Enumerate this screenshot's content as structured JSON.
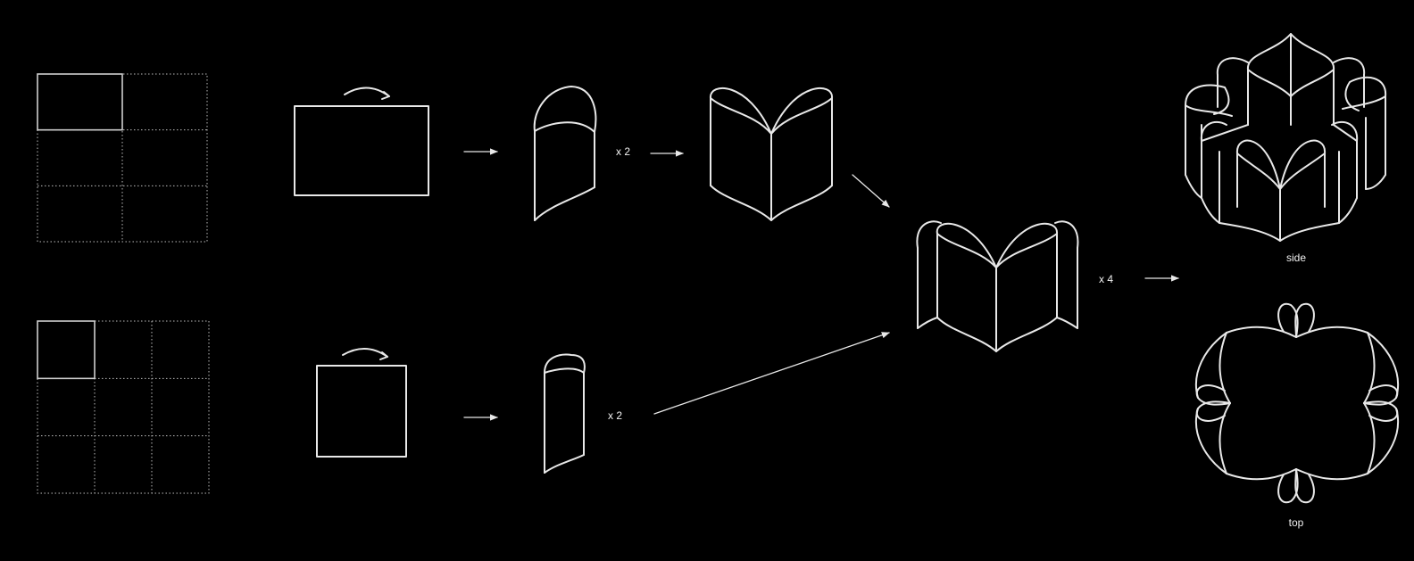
{
  "labels": {
    "mult_top": "x 2",
    "mult_bottom": "x 2",
    "mult_final": "x 4",
    "view_side": "side",
    "view_top": "top"
  },
  "grids": [
    {
      "rows": 3,
      "cols": 2,
      "selected_cell": [
        0,
        0
      ]
    },
    {
      "rows": 3,
      "cols": 3,
      "selected_cell": [
        0,
        0
      ]
    }
  ],
  "colors": {
    "background": "#000000",
    "line": "#e8e8e8",
    "dotted": "#bdbdbd"
  }
}
